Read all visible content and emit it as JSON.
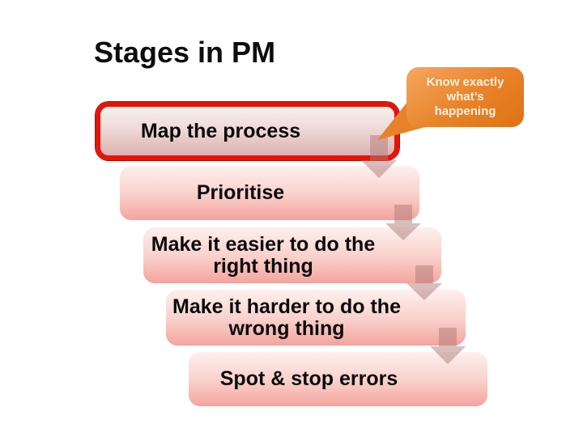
{
  "slide": {
    "title": "Stages in PM",
    "stages": [
      {
        "label": "Map the process",
        "highlighted": true
      },
      {
        "label": "Prioritise",
        "highlighted": false
      },
      {
        "label": "Make it easier to do the\nright thing",
        "highlighted": false
      },
      {
        "label": "Make it harder to do the\nwrong thing",
        "highlighted": false
      },
      {
        "label": "Spot & stop errors",
        "highlighted": false
      }
    ],
    "callout": {
      "text": "Know exactly\nwhat’s\nhappening",
      "fill_color": "#E8822A",
      "text_color": "#FBF0DC"
    },
    "colors": {
      "highlight_border": "#E6130B",
      "stage_fill_top": "#FDF0EE",
      "stage_fill_bottom": "#F4A39D",
      "highlight_fill_bottom": "#DCB1B0",
      "arrow": "#AF7B77",
      "title_text": "#0D0D0D"
    }
  }
}
